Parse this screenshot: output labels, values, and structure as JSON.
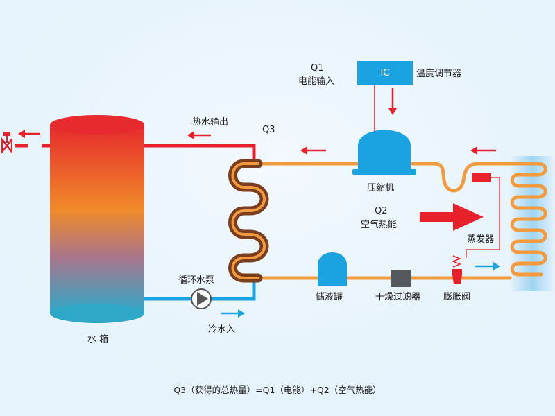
{
  "labels": {
    "q1": "Q1",
    "electric_input": "电能输入",
    "ic": "IC",
    "thermostat": "温度调节器",
    "hot_water_out": "热水输出",
    "q3": "Q3",
    "compressor": "压缩机",
    "q2": "Q2",
    "air_heat": "空气热能",
    "evaporator": "蒸发器",
    "pump": "循环水泵",
    "cold_water_in": "冷水入",
    "tank": "水 箱",
    "receiver": "储液罐",
    "filter_drier": "干燥过滤器",
    "expansion_valve": "膨胀阀",
    "formula": "Q3（获得的总热量）=Q1（电能）+Q2（空气热能）"
  },
  "colors": {
    "background": "#e6f3fc",
    "hot_pipe": "#e8202a",
    "cold_pipe": "#1aa3e0",
    "refrigerant_pipe": "#f39a3c",
    "component_blue": "#1aa3e0",
    "arrow_red": "#e8202a",
    "arrow_blue": "#1aa3e0",
    "filter_gray": "#55585c",
    "coil_brown": "#7a3e1e"
  },
  "icons": {
    "outlet_valve": "valve-icon",
    "pump": "pump-icon"
  }
}
